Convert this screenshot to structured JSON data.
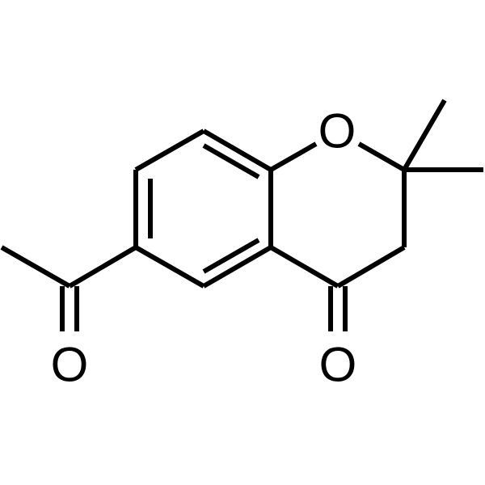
{
  "molecule": {
    "atoms": {
      "ring_oxygen": "O",
      "ketone_oxygen": "O",
      "acetyl_oxygen": "O"
    },
    "colors": {
      "bond": "#000000",
      "label": "#000000",
      "background": "#ffffff"
    }
  }
}
